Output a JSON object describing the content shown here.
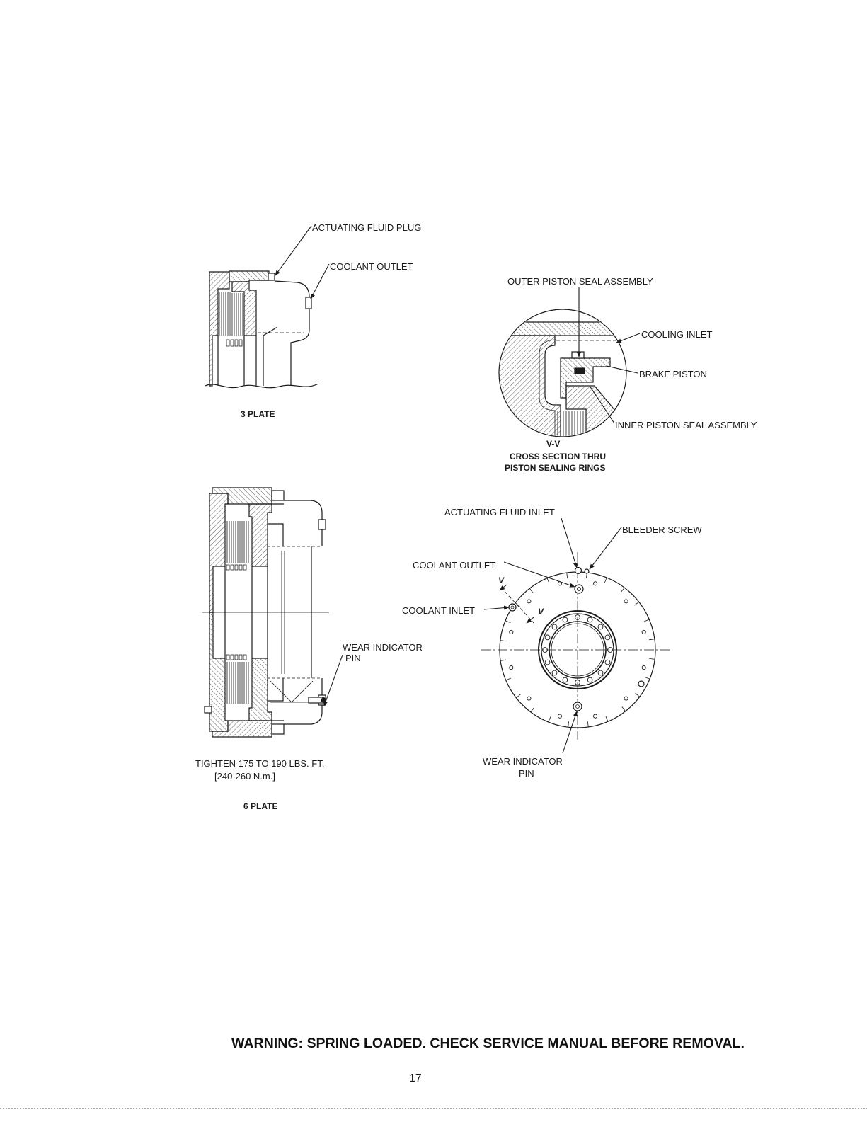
{
  "page": {
    "warning": "WARNING: SPRING LOADED. CHECK SERVICE MANUAL BEFORE REMOVAL.",
    "page_number": "17"
  },
  "three_plate": {
    "caption": "3 PLATE",
    "actuating_fluid_plug": "ACTUATING FLUID PLUG",
    "coolant_outlet": "COOLANT OUTLET"
  },
  "section_detail": {
    "outer_piston_seal_assembly": "OUTER PISTON SEAL ASSEMBLY",
    "cooling_inlet": "COOLING INLET",
    "brake_piston": "BRAKE PISTON",
    "inner_piston_seal_assembly": "INNER PISTON SEAL ASSEMBLY",
    "view_label": "V-V",
    "caption_line1": "CROSS SECTION THRU",
    "caption_line2": "PISTON SEALING RINGS"
  },
  "six_plate": {
    "caption": "6 PLATE",
    "wear_indicator_line1": "WEAR INDICATOR",
    "wear_indicator_line2": "PIN",
    "torque_line1": "TIGHTEN 175 TO 190 LBS. FT.",
    "torque_line2": "[240-260 N.m.]"
  },
  "end_view": {
    "actuating_fluid_inlet": "ACTUATING FLUID INLET",
    "bleeder_screw": "BLEEDER SCREW",
    "coolant_outlet": "COOLANT OUTLET",
    "coolant_inlet": "COOLANT INLET",
    "section_marker": "V",
    "wear_indicator_line1": "WEAR INDICATOR",
    "wear_indicator_line2": "PIN"
  },
  "colors": {
    "ink": "#1a1a1a",
    "paper": "#ffffff"
  }
}
